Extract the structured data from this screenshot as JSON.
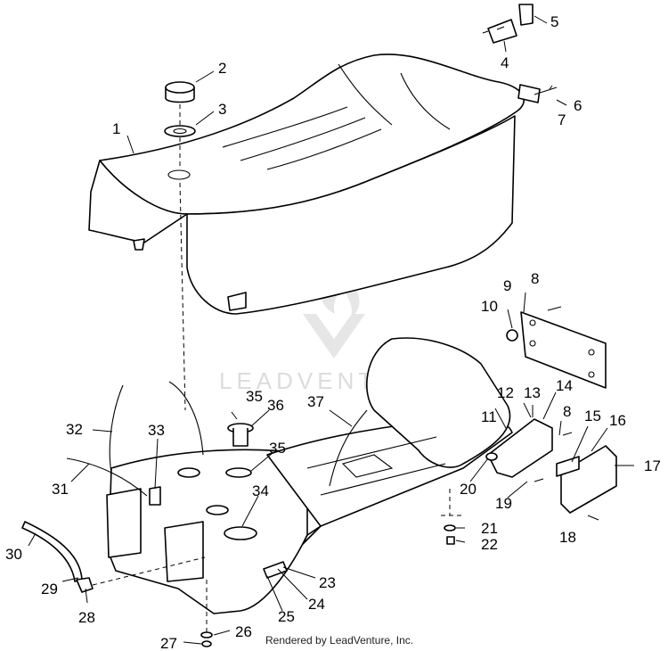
{
  "watermark": {
    "text": "LEADVENTURE"
  },
  "footer": {
    "credit": "Rendered by LeadVenture, Inc."
  },
  "callouts": {
    "c1": "1",
    "c2": "2",
    "c3": "3",
    "c4": "4",
    "c5": "5",
    "c6": "6",
    "c7": "7",
    "c8a": "8",
    "c8b": "8",
    "c9": "9",
    "c10": "10",
    "c11": "11",
    "c12": "12",
    "c13": "13",
    "c14": "14",
    "c15": "15",
    "c16": "16",
    "c17": "17",
    "c18": "18",
    "c19": "19",
    "c20": "20",
    "c21": "21",
    "c22": "22",
    "c23": "23",
    "c24": "24",
    "c25": "25",
    "c26": "26",
    "c27": "27",
    "c28": "28",
    "c29": "29",
    "c30": "30",
    "c31": "31",
    "c32": "32",
    "c33": "33",
    "c34": "34",
    "c35a": "35",
    "c35b": "35",
    "c36": "36",
    "c37": "37"
  }
}
